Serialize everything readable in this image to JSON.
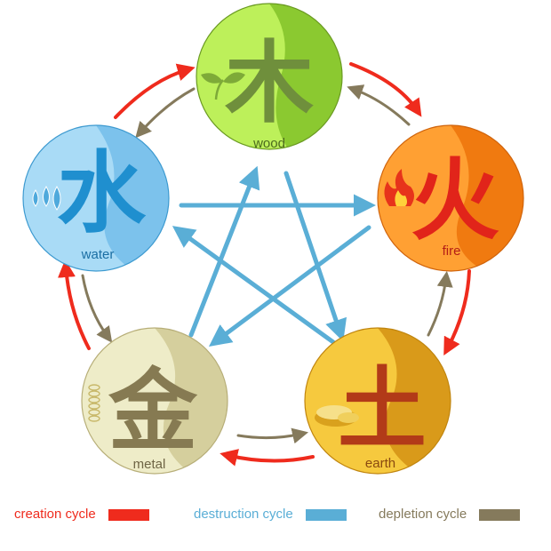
{
  "colors": {
    "creation": "#ef2b1d",
    "destruction": "#5aaed6",
    "depletion": "#857a5c"
  },
  "elements": {
    "wood": {
      "char": "木",
      "label": "wood",
      "color_light": "#bdf05a",
      "color_dark": "#8bc930",
      "char_color": "#6f8f3c",
      "label_color": "#4b6a1d",
      "icon": "sprout-icon"
    },
    "fire": {
      "char": "火",
      "label": "fire",
      "color_light": "#ffa033",
      "color_dark": "#f07a10",
      "char_color": "#e1241a",
      "label_color": "#b41e16",
      "icon": "flame-icon"
    },
    "earth": {
      "char": "土",
      "label": "earth",
      "color_light": "#f6c93e",
      "color_dark": "#d99a1a",
      "char_color": "#b23a18",
      "label_color": "#8a4a10",
      "icon": "rock-icon"
    },
    "metal": {
      "char": "金",
      "label": "metal",
      "color_light": "#eeecc8",
      "color_dark": "#d5cf9d",
      "char_color": "#867a52",
      "label_color": "#6f6545",
      "icon": "coins-icon"
    },
    "water": {
      "char": "水",
      "label": "water",
      "color_light": "#a9dbf6",
      "color_dark": "#7cc2ec",
      "char_color": "#1f8fcf",
      "label_color": "#1a6ea3",
      "icon": "droplets-icon"
    }
  },
  "legend": [
    {
      "key": "creation",
      "label": "creation cycle"
    },
    {
      "key": "destruction",
      "label": "destruction cycle"
    },
    {
      "key": "depletion",
      "label": "depletion cycle"
    }
  ]
}
